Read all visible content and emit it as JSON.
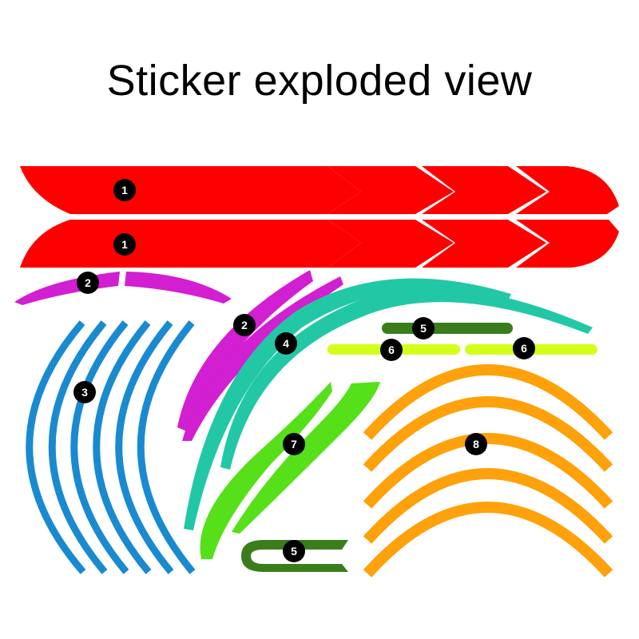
{
  "title": "Sticker exploded view",
  "colors": {
    "red": "#ff0000",
    "magenta": "#d21fd2",
    "blue": "#1a8ad0",
    "teal": "#22c8a6",
    "dark_green": "#3a7d1c",
    "lime": "#d4ff1a",
    "green": "#55e01a",
    "orange": "#ffa10a",
    "badge": "#000000"
  },
  "badges": {
    "b1a": "1",
    "b1b": "1",
    "b2a": "2",
    "b2b": "2",
    "b3": "3",
    "b4": "4",
    "b5a": "5",
    "b5b": "5",
    "b6a": "6",
    "b6b": "6",
    "b7": "7",
    "b8": "8"
  }
}
